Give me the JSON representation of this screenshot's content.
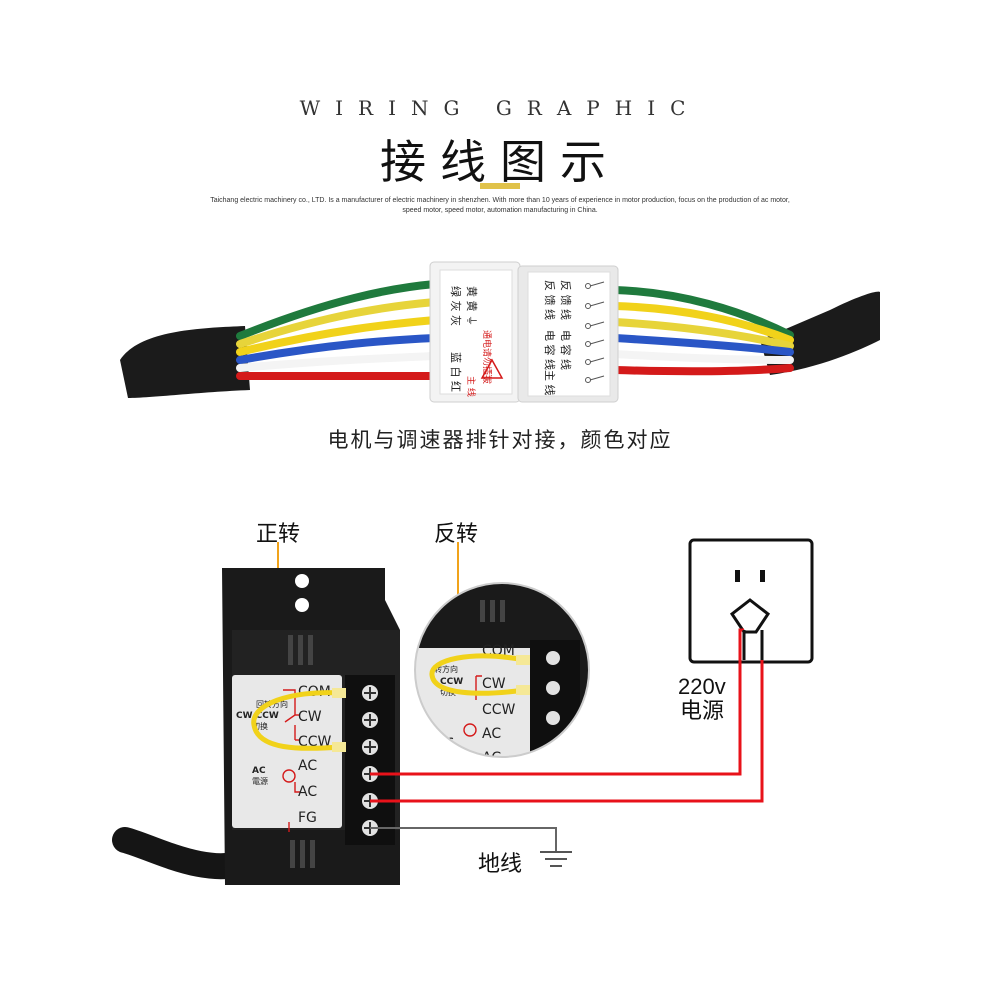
{
  "header": {
    "title_en": "WIRING GRAPHIC",
    "title_cn": "接线图示",
    "description": "Taichang electric machinery co., LTD. Is a manufacturer of electric machinery in shenzhen. With more than 10 years of experience in motor production, focus on the production of ac motor, speed motor, speed motor, automation manufacturing in China."
  },
  "connector": {
    "left_label_top": "绿 灰 灰",
    "left_label_mid": "黄 黄 ⏚",
    "left_label_bot": "蓝 白 红",
    "left_red_label": "通电请勿插拔",
    "left_main": "主 线",
    "right_lines": [
      "反 馈 线",
      "反 馈 线",
      "电 容 线",
      "电 容 线",
      "主 线"
    ]
  },
  "caption": "电机与调速器排针对接，颜色对应",
  "callouts": {
    "forward": "正转",
    "reverse": "反转",
    "voltage": "220v",
    "power": "电源",
    "ground": "地线"
  },
  "terminal_labels": [
    "COM",
    "CW",
    "CCW",
    "AC",
    "AC",
    "FG"
  ],
  "panel_labels": {
    "rotation": "回转方向",
    "cw_ccw": "CW CCW",
    "switch": "切换",
    "ac": "AC",
    "supply": "電源"
  },
  "zoom_labels": {
    "rotation": "转方向",
    "ccw": "CCW",
    "switch": "切换",
    "ac": "AC"
  },
  "colors": {
    "wire_red": "#e8121a",
    "wire_yellow": "#f1d21a",
    "wire_green": "#1f7a3d",
    "wire_blue": "#2a56c6",
    "ground_wire": "#666666",
    "accent": "#e0c24a"
  }
}
